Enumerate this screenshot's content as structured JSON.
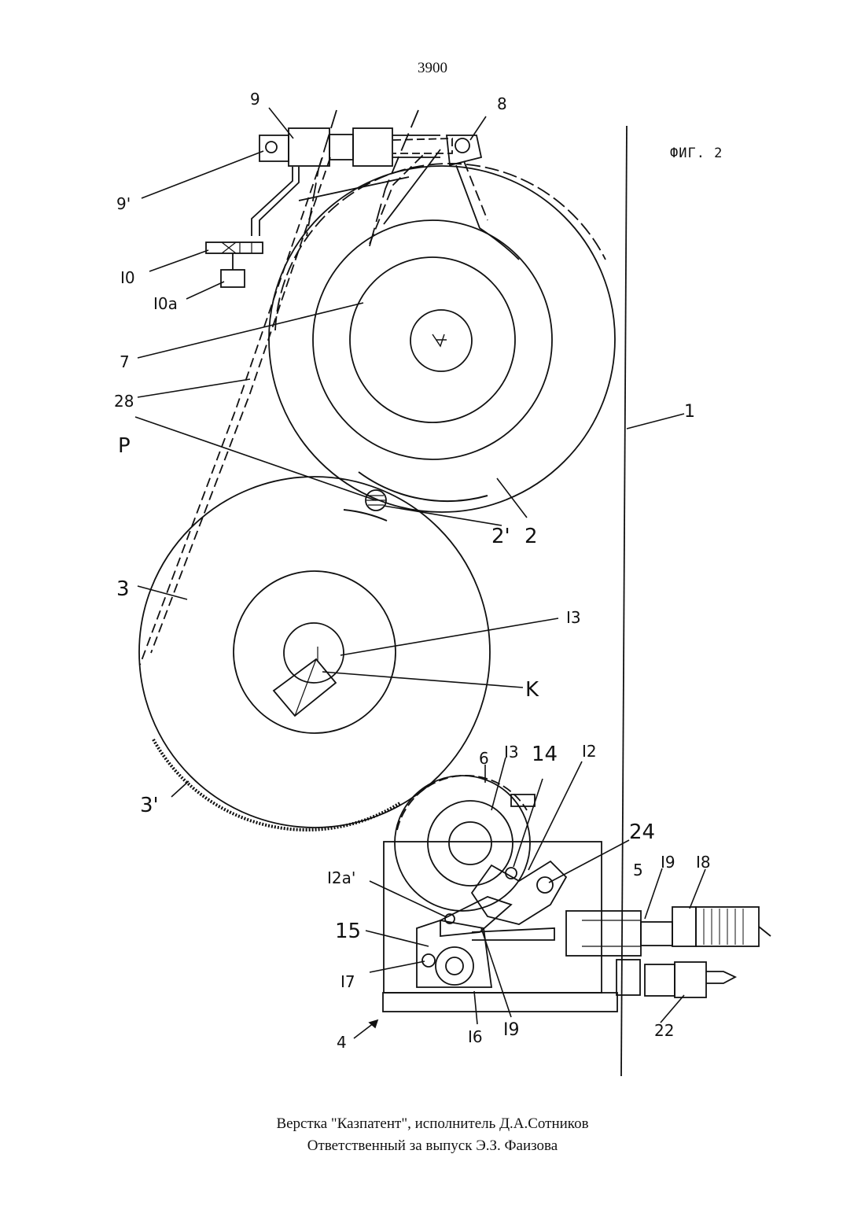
{
  "page": {
    "number": "3900"
  },
  "figure": {
    "caption": "ФИГ. 2",
    "labels": {
      "l1": "1",
      "l2": "2",
      "l2p": "2'",
      "l3": "3",
      "l3p": "3'",
      "l4": "4",
      "l5": "5",
      "l6": "6",
      "l7": "7",
      "l8": "8",
      "l9": "9",
      "l9p": "9'",
      "l10": "I0",
      "l10a": "I0a",
      "l12": "I2",
      "l12a": "I2a'",
      "l13a": "I3",
      "l13b": "I3",
      "l14": "14",
      "l15": "15",
      "l16": "I6",
      "l17": "I7",
      "l18": "I8",
      "l19a": "I9",
      "l19b": "I9",
      "l22": "22",
      "l24": "24",
      "l28": "28",
      "lK": "K",
      "lP": "P"
    }
  },
  "footer": {
    "line1": "Верстка  \"Казпатент\",  исполнитель  Д.А.Сотников",
    "line2": "Ответственный  за выпуск  Э.З. Фаизова"
  },
  "colors": {
    "ink": "#111111",
    "paper": "#ffffff"
  }
}
